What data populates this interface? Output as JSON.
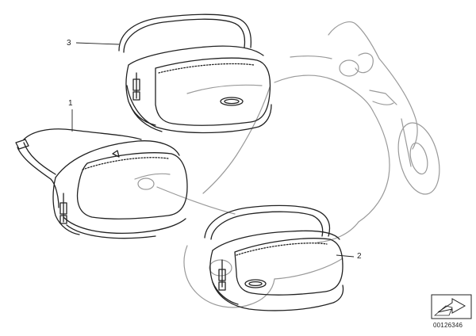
{
  "callouts": {
    "item_1": "1",
    "item_2": "2",
    "item_3": "3"
  },
  "part_number": "00126346",
  "colors": {
    "line": "#222222",
    "ghost_line": "#9a9a9a",
    "background": "#ffffff"
  },
  "icons": {
    "navigation": "arrow-icon"
  }
}
